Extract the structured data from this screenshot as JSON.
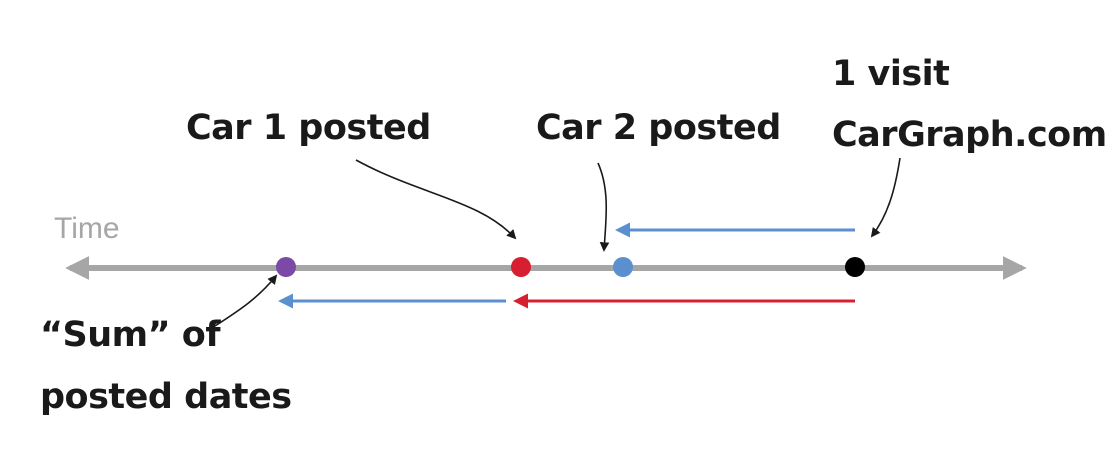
{
  "axis": {
    "label": "Time"
  },
  "annotations": {
    "car1": "Car 1 posted",
    "car2": "Car 2 posted",
    "visit_line1": "1 visit",
    "visit_line2": "CarGraph.com",
    "sum_line1": "“Sum” of",
    "sum_line2": "posted dates"
  },
  "colors": {
    "axis": "#a6a6a6",
    "sum_point": "#7b4aa6",
    "car1_point": "#d62030",
    "car2_point": "#5b8fd0",
    "visit_point": "#000000",
    "blue_arrow": "#5b8fd0",
    "red_arrow": "#d62030",
    "callout": "#1a1a1a"
  }
}
